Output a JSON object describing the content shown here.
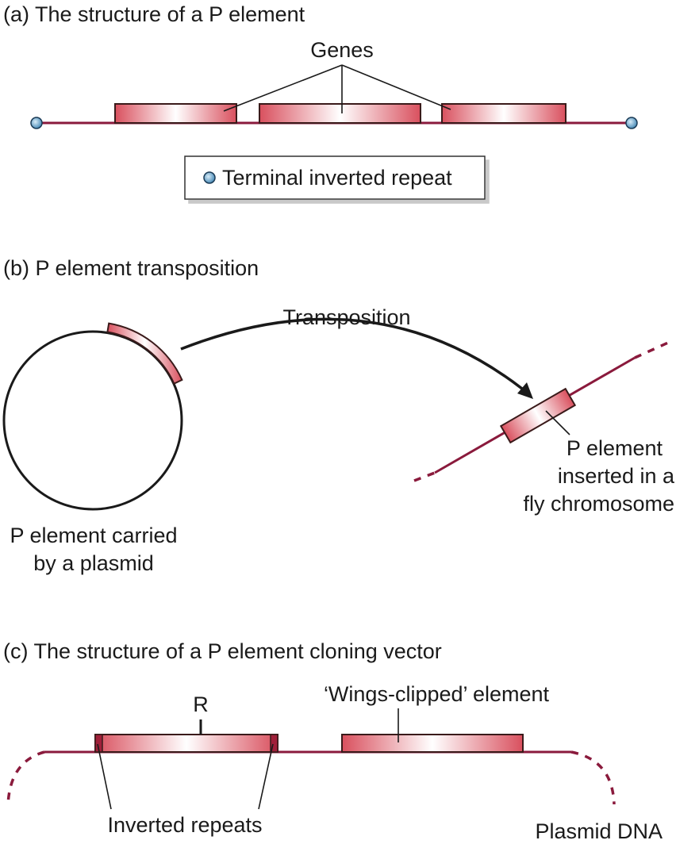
{
  "panel_a": {
    "heading": "(a) The structure of a P element",
    "genes_label": "Genes",
    "legend_label": "Terminal inverted repeat"
  },
  "panel_b": {
    "heading": "(b) P element transposition",
    "arrow_label": "Transposition",
    "plasmid_caption": [
      "P element carried",
      "by a plasmid"
    ],
    "inserted_caption": [
      "P element",
      "inserted in a",
      "fly chromosome"
    ]
  },
  "panel_c": {
    "heading": "(c) The structure of a P element cloning vector",
    "r_label": "R",
    "wings_label": "‘Wings-clipped’ element",
    "inverted_repeats_label": "Inverted repeats",
    "plasmid_dna_label": "Plasmid DNA"
  },
  "colors": {
    "chromosome": "#8a1a3c",
    "element_fill": "#e0606c",
    "repeat_end": "#a0203a",
    "repeat_dot": "#7fb6d6"
  }
}
